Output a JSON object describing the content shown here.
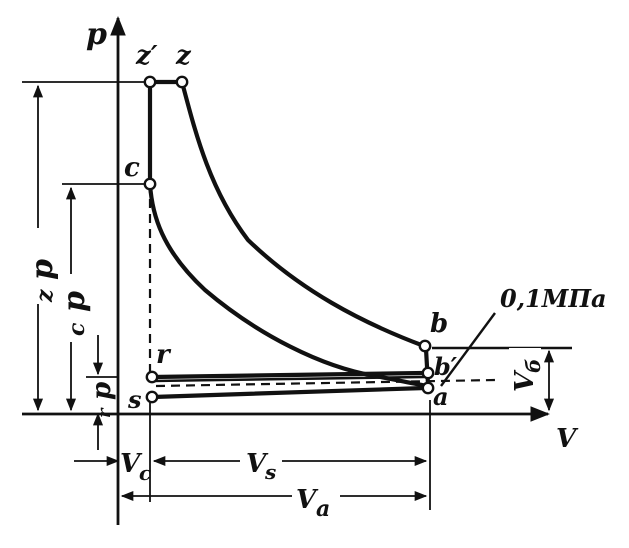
{
  "diagram": {
    "axes": {
      "p": "p",
      "v": "V"
    },
    "points": {
      "z_prime": "z′",
      "z": "z",
      "c": "c",
      "r": "r",
      "s": "s",
      "b": "b",
      "b_prime": "b′",
      "a": "a"
    },
    "pressures": {
      "pz": {
        "main": "p",
        "sub": "z"
      },
      "pc": {
        "main": "p",
        "sub": "c"
      },
      "pr": {
        "main": "p",
        "sub": "r"
      }
    },
    "volumes": {
      "vc": {
        "main": "V",
        "sub": "c"
      },
      "vs": {
        "main": "V",
        "sub": "s"
      },
      "va": {
        "main": "V",
        "sub": "a"
      },
      "vb": {
        "main": "V",
        "sub": "б"
      }
    },
    "annotation": "0,1МПа"
  }
}
